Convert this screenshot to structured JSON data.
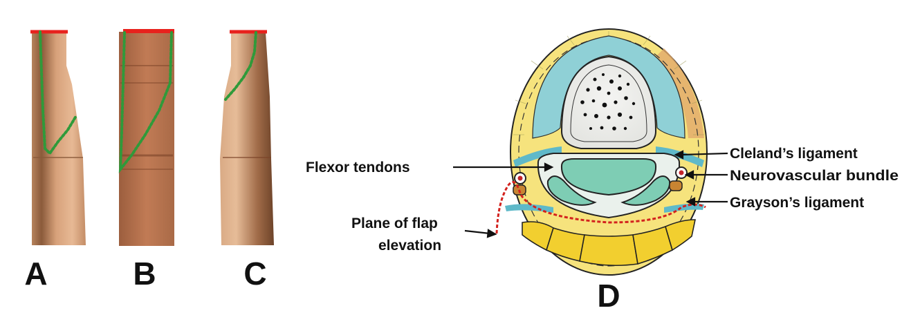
{
  "panels": {
    "a": {
      "letter": "A"
    },
    "b": {
      "letter": "B"
    },
    "c": {
      "letter": "C"
    },
    "d": {
      "letter": "D"
    }
  },
  "labels": {
    "flexor_tendons": "Flexor tendons",
    "clelands_ligament": "Cleland’s ligament",
    "neurovascular_bundle": "Neurovascular bundle",
    "graysons_ligament": "Grayson’s ligament",
    "plane_line1": "Plane of flap",
    "plane_line2": "elevation"
  },
  "colors": {
    "incision_red": "#e8221d",
    "flap_outline_green": "#2f9a3a",
    "fat_yellow": "#f3e27a",
    "ligament_blue": "#5fb9c9",
    "tendon_teal": "#7ecdb4",
    "skin_tone": "#c98f62"
  }
}
